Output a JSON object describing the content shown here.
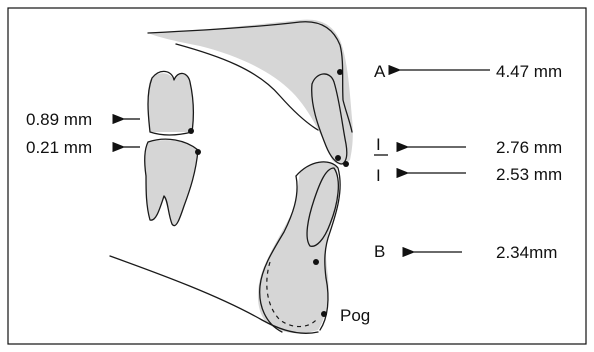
{
  "landmarks": {
    "a": "A",
    "upper_incisor": "I",
    "lower_incisor": "I",
    "b": "B",
    "pog": "Pog"
  },
  "measurements": {
    "a": "4.47 mm",
    "upper_incisor": "2.76 mm",
    "lower_incisor": "2.53 mm",
    "b": "2.34mm",
    "molar_upper": "0.89 mm",
    "molar_lower": "0.21 mm"
  }
}
